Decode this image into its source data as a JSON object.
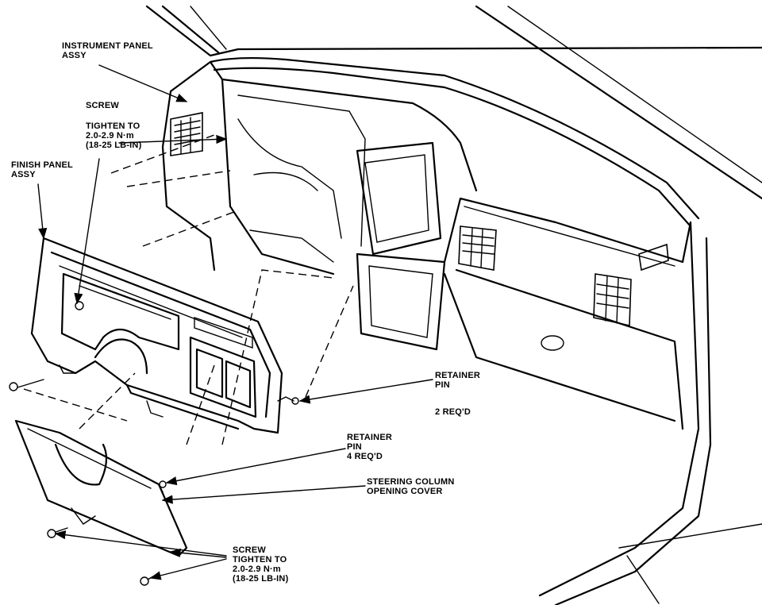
{
  "labels": {
    "instrument_panel": "INSTRUMENT PANEL\nASSY",
    "screw_top": "SCREW",
    "tighten_top": "TIGHTEN TO\n2.0-2.9 N·m\n(18-25 LB-IN)",
    "finish_panel": "FINISH PANEL\nASSY",
    "retainer_pin_2": "RETAINER\nPIN",
    "req_2": "2 REQ'D",
    "retainer_pin_4": "RETAINER\nPIN\n4 REQ'D",
    "steering_cover": "STEERING COLUMN\nOPENING COVER",
    "screw_bottom": "SCREW\nTIGHTEN TO\n2.0-2.9 N·m\n(18-25 LB-IN)"
  }
}
